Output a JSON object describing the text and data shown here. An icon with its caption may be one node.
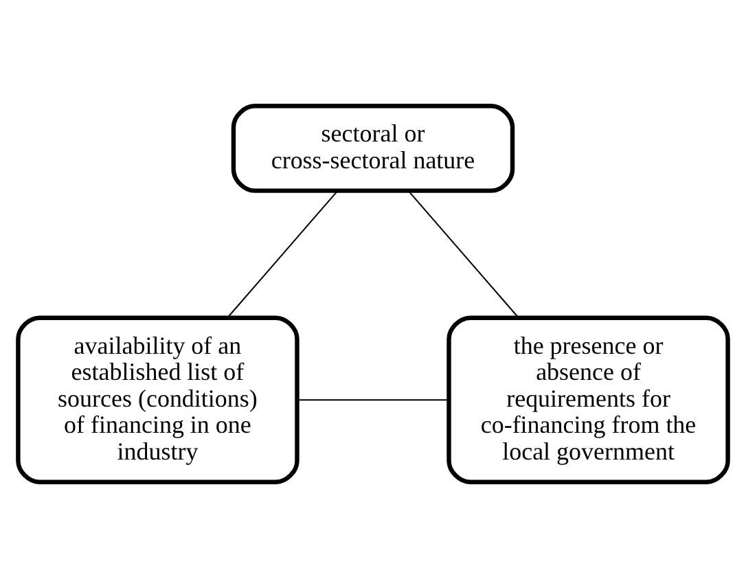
{
  "diagram": {
    "nodes": [
      {
        "text": [
          "sectoral or cross-sectoral nature"
        ]
      },
      {
        "text": [
          "the presence or absence of requirements for co-financing from the local government"
        ]
      },
      {
        "text": [
          "availability of an established list of sources (conditions) of financing in one industry"
        ]
      }
    ],
    "edges": [
      {
        "from": 0,
        "to": 2,
        "arrow": "none"
      },
      {
        "from": 2,
        "to": 1,
        "arrow": "none"
      },
      {
        "from": 1,
        "to": 0,
        "arrow": "none"
      }
    ]
  }
}
